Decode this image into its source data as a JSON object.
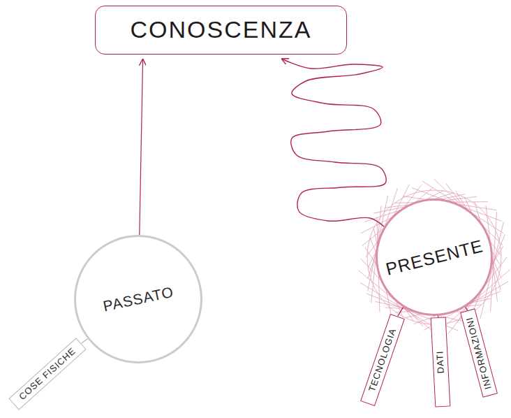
{
  "diagram": {
    "nodes": [
      {
        "text": [
          "CONOSCENZA"
        ]
      },
      {
        "text": [
          "PASSATO"
        ]
      },
      {
        "text": [
          "COSE FISICHE"
        ]
      },
      {
        "text": [
          "PRESENTE"
        ]
      },
      {
        "text": [
          "TECNOLOGIA"
        ]
      },
      {
        "text": [
          "DATI"
        ]
      },
      {
        "text": [
          "INFORMAZIONI"
        ]
      }
    ],
    "edges": [
      {
        "from": 1,
        "to": 0,
        "arrow": "to"
      },
      {
        "from": 3,
        "to": 0,
        "arrow": "to"
      }
    ]
  }
}
